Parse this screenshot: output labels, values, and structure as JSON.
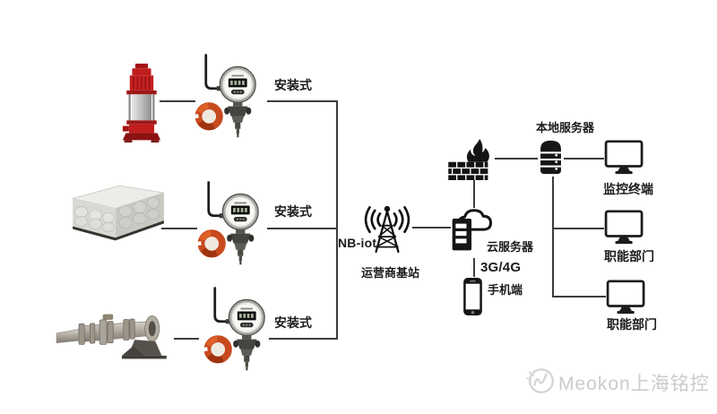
{
  "labels": {
    "sensor_mount_1": "安装式",
    "sensor_mount_2": "安装式",
    "sensor_mount_3": "安装式",
    "protocol": "NB-iot",
    "base_station": "运营商基站",
    "cloud_server": "云服务器",
    "mobile_network": "3G/4G",
    "mobile_client": "手机端",
    "local_server": "本地服务器",
    "monitor_terminal": "监控终端",
    "department_1": "职能部门",
    "department_2": "职能部门",
    "watermark": "Meokon上海铭控"
  },
  "icons": {
    "fire-pump-icon": "red vertical multistage fire pump",
    "water-tank-icon": "stainless steel modular water tank",
    "pipeline-icon": "grey flanged pipeline with valve",
    "pressure-transmitter-icon": "wireless pressure transmitter with antenna, LCD and red pipe clamp",
    "base-station-tower-icon": "radio mast with signal waves",
    "firewall-icon": "brick wall with flame",
    "local-server-icon": "database stack",
    "cloud-server-icon": "server rack with cloud",
    "monitor-icon": "desktop monitor",
    "phone-icon": "smartphone",
    "brand-logo-icon": "Meokon circular logo"
  },
  "colors": {
    "background": "#ffffff",
    "line": "#3c3c3c",
    "text": "#1b1b1b",
    "icon_black": "#141414",
    "clamp_orange": "#c74a1e",
    "pump_red": "#c01d1d",
    "watermark_grey": "#cbcbcb"
  }
}
